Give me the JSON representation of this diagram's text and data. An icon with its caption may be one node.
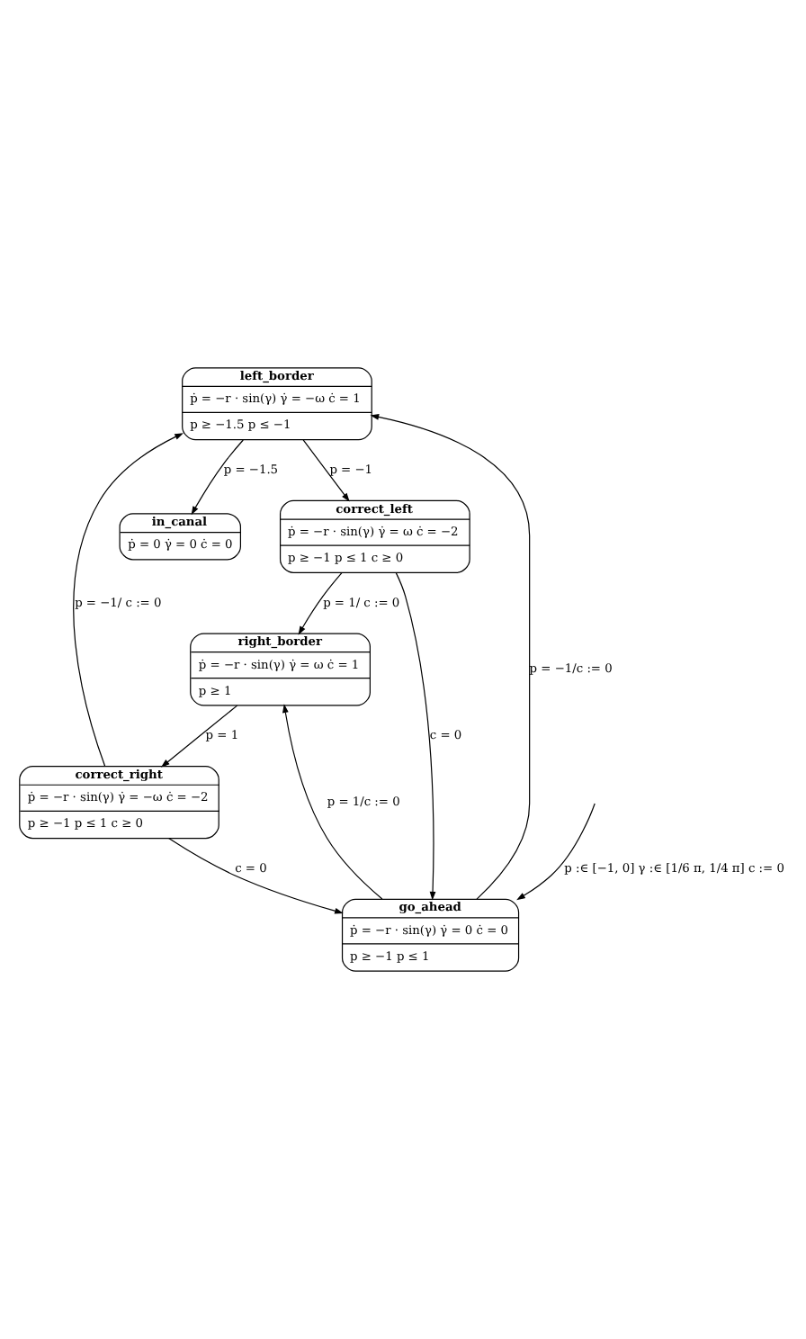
{
  "diagram": {
    "nodes": [
      {
        "text": [
          "in_canal",
          "ṗ = 0 γ̇ = 0 ċ = 0"
        ]
      },
      {
        "text": [
          "correct_left",
          "ṗ = −r · sin(γ) γ̇ = ω ċ = −2",
          "p ≥ −1 p ≤ 1 c ≥ 0"
        ]
      },
      {
        "text": [
          "correct_right",
          "ṗ = −r · sin(γ) γ̇ = −ω ċ = −2",
          "p ≥ −1 p ≤ 1 c ≥ 0"
        ]
      },
      {
        "text": [
          "left_border",
          "ṗ = −r · sin(γ) γ̇ = −ω ċ = 1",
          "p ≥ −1.5 p ≤ −1"
        ]
      },
      {
        "text": [
          "right_border",
          "ṗ = −r · sin(γ) γ̇ = ω ċ = 1",
          "p ≥ 1"
        ]
      },
      {
        "text": [
          "go_ahead",
          "ṗ = −r · sin(γ) γ̇ = 0 ċ = 0",
          "p ≥ −1 p ≤ 1"
        ]
      }
    ],
    "edges": [
      {
        "from": 3,
        "to": 0,
        "arrow": "to",
        "label": "p = −1.5"
      },
      {
        "from": 3,
        "to": 1,
        "arrow": "to",
        "label": "p = −1"
      },
      {
        "from": 4,
        "to": 2,
        "arrow": "to",
        "label": "p = 1"
      },
      {
        "from": 1,
        "to": 4,
        "arrow": "to",
        "label": "p = 1/ c := 0"
      },
      {
        "from": 2,
        "to": 3,
        "arrow": "to",
        "label": "p = −1/ c := 0"
      },
      {
        "from": 1,
        "to": 5,
        "arrow": "to",
        "label": "c = 0"
      },
      {
        "from": 2,
        "to": 5,
        "arrow": "to",
        "label": "c = 0"
      },
      {
        "from": 5,
        "to": 3,
        "arrow": "to",
        "label": "p = −1/c := 0"
      },
      {
        "from": 5,
        "to": 4,
        "arrow": "to",
        "label": "p = 1/c := 0"
      },
      {
        "from": null,
        "to": 5,
        "arrow": "to",
        "label": "p :∈ [−1, 0] γ :∈ [1/6 π, 1/4 π] c := 0"
      }
    ]
  }
}
